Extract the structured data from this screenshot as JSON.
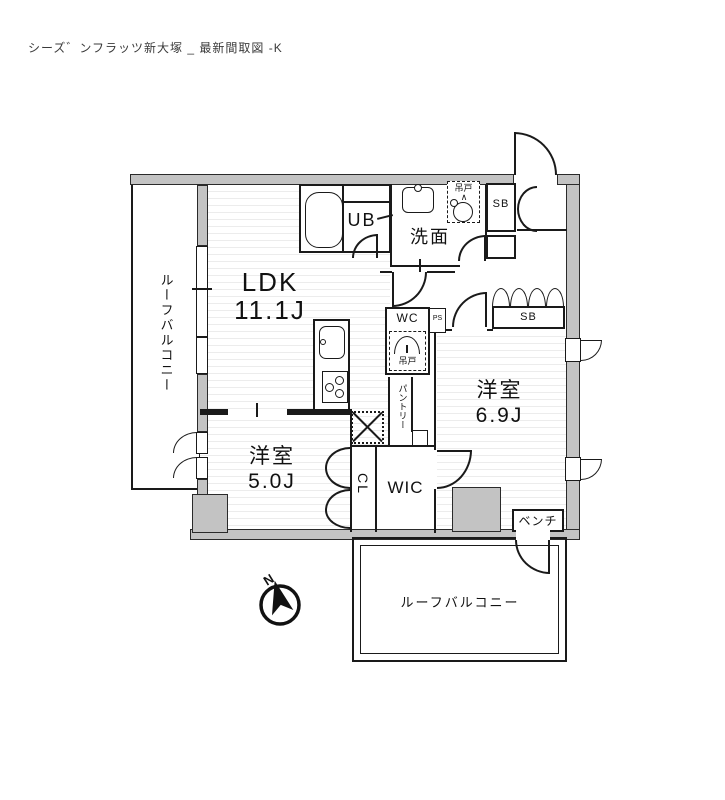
{
  "title": "シーズ゛ンフラッツ新大塚 _ 最新間取図 -K",
  "colors": {
    "wall_fill": "#c3c3c3",
    "line": "#1a1a1a",
    "floor_stripe": "#ececec"
  },
  "compass": {
    "north_label": "N"
  },
  "rooms": {
    "ldk": {
      "label": "LDK",
      "size": "11.1J"
    },
    "bedroom_69": {
      "label": "洋室",
      "size": "6.9J"
    },
    "bedroom_50": {
      "label": "洋室",
      "size": "5.0J"
    },
    "washroom": {
      "label": "洗面"
    },
    "toilet": {
      "label": "WC"
    },
    "unit_bath": {
      "label": "UB"
    },
    "walk_in_closet": {
      "label": "WIC"
    },
    "closet": {
      "label": "CL"
    },
    "shoe_box_entry": {
      "label": "SB"
    },
    "shoe_box_hall": {
      "label": "SB"
    },
    "pipe_space": {
      "label": "PS"
    },
    "pantry": {
      "label": "パントリー"
    },
    "hanging_door_laundry": {
      "label": "吊戸",
      "arrow_mark": "∧"
    },
    "hanging_door_wc": {
      "label": "吊戸"
    },
    "bench": {
      "label": "ベンチ"
    },
    "roof_balcony_left": {
      "label": "ルーフバルコニー"
    },
    "roof_balcony_bottom": {
      "label": "ルーフバルコニー"
    }
  }
}
